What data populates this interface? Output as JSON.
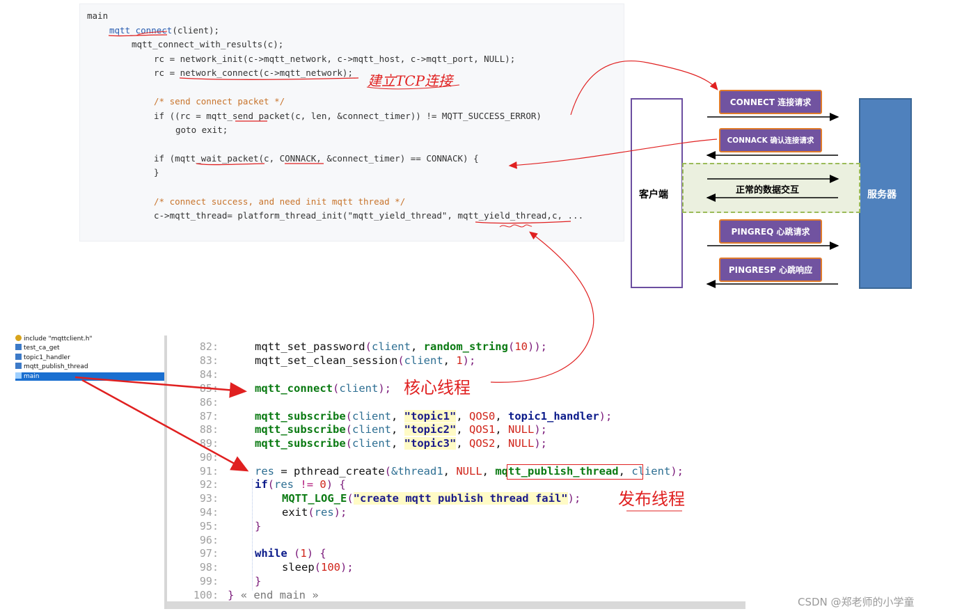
{
  "pseudo_code": {
    "lines": [
      {
        "text": "main"
      },
      {
        "pre": "",
        "fn": "mqtt_connect",
        "post": "(client);"
      },
      {
        "text": "mqtt_connect_with_results(c);"
      },
      {
        "text": "rc = network_init(c->mqtt_network, c->mqtt_host, c->mqtt_port, NULL);"
      },
      {
        "text": "rc = network_connect(c->mqtt_network);"
      },
      {
        "text": "/* send connect packet */"
      },
      {
        "text": "if ((rc = mqtt_send_packet(c, len, &connect_timer)) != MQTT_SUCCESS_ERROR)"
      },
      {
        "text": "goto exit;"
      },
      {
        "text": "if (mqtt_wait_packet(c, CONNACK, &connect_timer) == CONNACK) {"
      },
      {
        "text": "}"
      },
      {
        "text": "/* connect success, and need init mqtt thread */"
      },
      {
        "text": "c->mqtt_thread= platform_thread_init(\"mqtt_yield_thread\", mqtt_yield_thread,c, ..."
      }
    ],
    "handwritten_note": "建立TCP连接"
  },
  "diagram": {
    "client_label": "客户端",
    "server_label": "服务器",
    "data_exchange_label": "正常的数据交互",
    "messages": [
      {
        "label": "CONNECT 连接请求",
        "direction": "to-server"
      },
      {
        "label": "CONNACK 确认连接请求",
        "direction": "to-client"
      },
      {
        "label": "PINGREQ 心跳请求",
        "direction": "to-server"
      },
      {
        "label": "PINGRESP 心跳响应",
        "direction": "to-client"
      }
    ],
    "colors": {
      "message_fill": "#7153a0",
      "message_border": "#e07b2a",
      "server_fill": "#4f81bd",
      "band_border": "#9bbb59"
    }
  },
  "file_tree": {
    "items": [
      {
        "label": "include \"mqttclient.h\"",
        "icon": "include-icon"
      },
      {
        "label": "test_ca_get",
        "icon": "function-icon"
      },
      {
        "label": "topic1_handler",
        "icon": "function-icon"
      },
      {
        "label": "mqtt_publish_thread",
        "icon": "function-icon"
      },
      {
        "label": "main",
        "icon": "function-icon",
        "selected": true
      }
    ]
  },
  "editor": {
    "line_numbers": [
      "82:",
      "83:",
      "84:",
      "85:",
      "86:",
      "87:",
      "88:",
      "89:",
      "90:",
      "91:",
      "92:",
      "93:",
      "94:",
      "95:",
      "96:",
      "97:",
      "98:",
      "99:",
      "100:"
    ],
    "l82": {
      "fn": "mqtt_set_password",
      "a": "client",
      "fn2": "random_string",
      "n": "10"
    },
    "l83": {
      "fn": "mqtt_set_clean_session",
      "a": "client",
      "n": "1"
    },
    "l85": {
      "fn": "mqtt_connect",
      "a": "client"
    },
    "l87": {
      "fn": "mqtt_subscribe",
      "a": "client",
      "s": "\"topic1\"",
      "q": "QOS0",
      "h": "topic1_handler"
    },
    "l88": {
      "fn": "mqtt_subscribe",
      "a": "client",
      "s": "\"topic2\"",
      "q": "QOS1",
      "h": "NULL"
    },
    "l89": {
      "fn": "mqtt_subscribe",
      "a": "client",
      "s": "\"topic3\"",
      "q": "QOS2",
      "h": "NULL"
    },
    "l91": {
      "v": "res",
      "call": "pthread_create",
      "t": "&thread1",
      "n": "NULL",
      "fn": "mqtt_publish_thread",
      "a": "client"
    },
    "l92": {
      "kw": "if",
      "v": "res",
      "n": "0"
    },
    "l93": {
      "fn": "MQTT_LOG_E",
      "s": "\"create mqtt publish thread fail\""
    },
    "l94": {
      "call": "exit",
      "v": "res"
    },
    "l97": {
      "kw": "while",
      "n": "1"
    },
    "l98": {
      "call": "sleep",
      "n": "100"
    },
    "l100": {
      "tail": "« end main »"
    }
  },
  "annotations": {
    "core_thread": "核心线程",
    "publish_thread": "发布线程"
  },
  "watermark": "CSDN @郑老师的小学童"
}
